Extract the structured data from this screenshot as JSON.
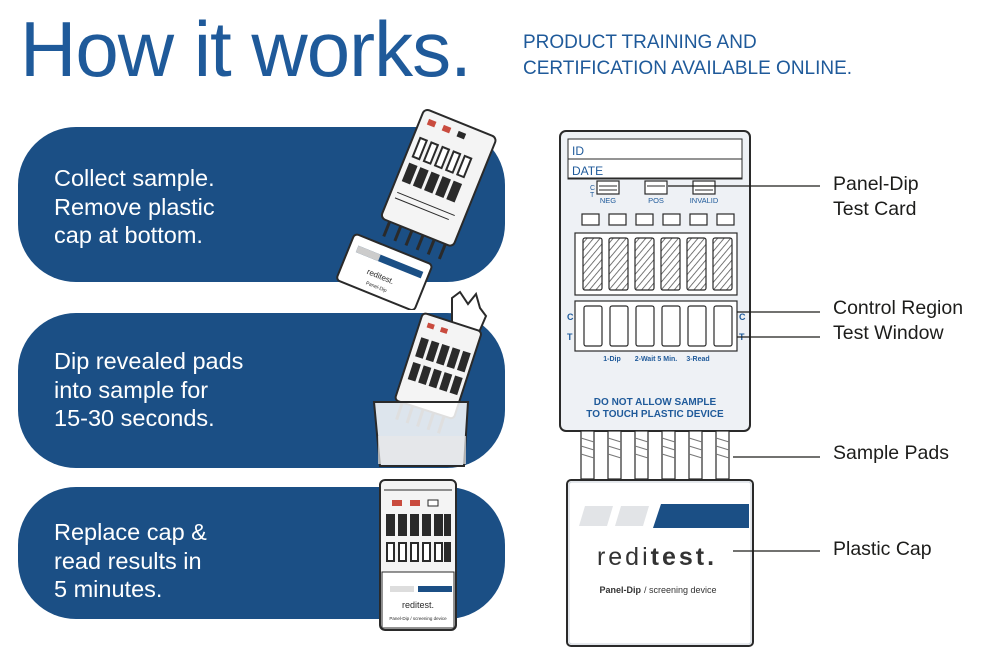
{
  "header": {
    "title": "How it works.",
    "subtitle_line1": "PRODUCT TRAINING AND",
    "subtitle_line2": "CERTIFICATION AVAILABLE ONLINE."
  },
  "steps": [
    {
      "lines": [
        "Collect sample.",
        "Remove plastic",
        "cap at bottom."
      ]
    },
    {
      "lines": [
        "Dip revealed pads",
        "into sample for",
        "15-30 seconds."
      ]
    },
    {
      "lines": [
        "Replace cap &",
        "read results in",
        "5 minutes."
      ]
    }
  ],
  "card": {
    "id_label": "ID",
    "date_label": "DATE",
    "result_keys": [
      "NEG",
      "POS",
      "INVALID"
    ],
    "c_mark": "C",
    "t_mark": "T",
    "window_steps": [
      "1-Dip",
      "2-Wait 5 Min.",
      "3-Read"
    ],
    "warning_line1": "DO NOT ALLOW SAMPLE",
    "warning_line2": "TO TOUCH PLASTIC DEVICE",
    "brand_light": "redi",
    "brand_bold": "test.",
    "product_bold": "Panel-Dip",
    "product_rest": "/ screening device"
  },
  "callouts": {
    "panel_dip_line1": "Panel-Dip",
    "panel_dip_line2": "Test Card",
    "control_region": "Control Region",
    "test_window": "Test Window",
    "sample_pads": "Sample Pads",
    "plastic_cap": "Plastic Cap"
  },
  "colors": {
    "brand_blue": "#1f5a9a",
    "panel_blue": "#1b4f85",
    "card_fill": "#eef1f5",
    "outline": "#2a2a2a"
  }
}
